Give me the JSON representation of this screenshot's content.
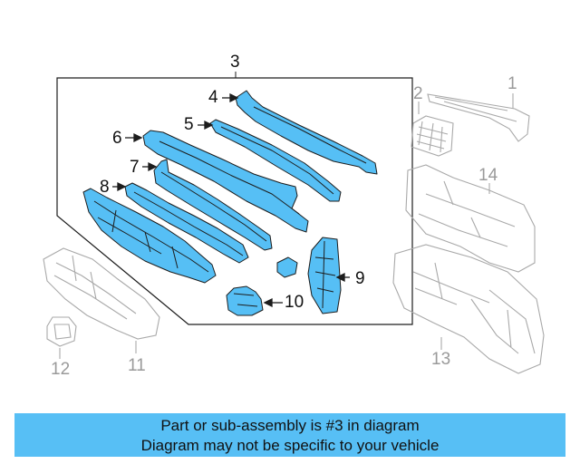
{
  "colors": {
    "part_fill": "#56bff5",
    "part_stroke": "#1d1d1d",
    "ghost_stroke": "#a9a9a9",
    "banner_bg": "#57bff5"
  },
  "callouts": {
    "main": [
      "3",
      "4",
      "5",
      "6",
      "7",
      "8",
      "9",
      "10"
    ],
    "ghost": [
      "1",
      "2",
      "11",
      "12",
      "13",
      "14"
    ]
  },
  "banner": {
    "line1": "Part or sub-assembly is #3 in diagram",
    "line2": "Diagram may not be specific to your vehicle"
  }
}
